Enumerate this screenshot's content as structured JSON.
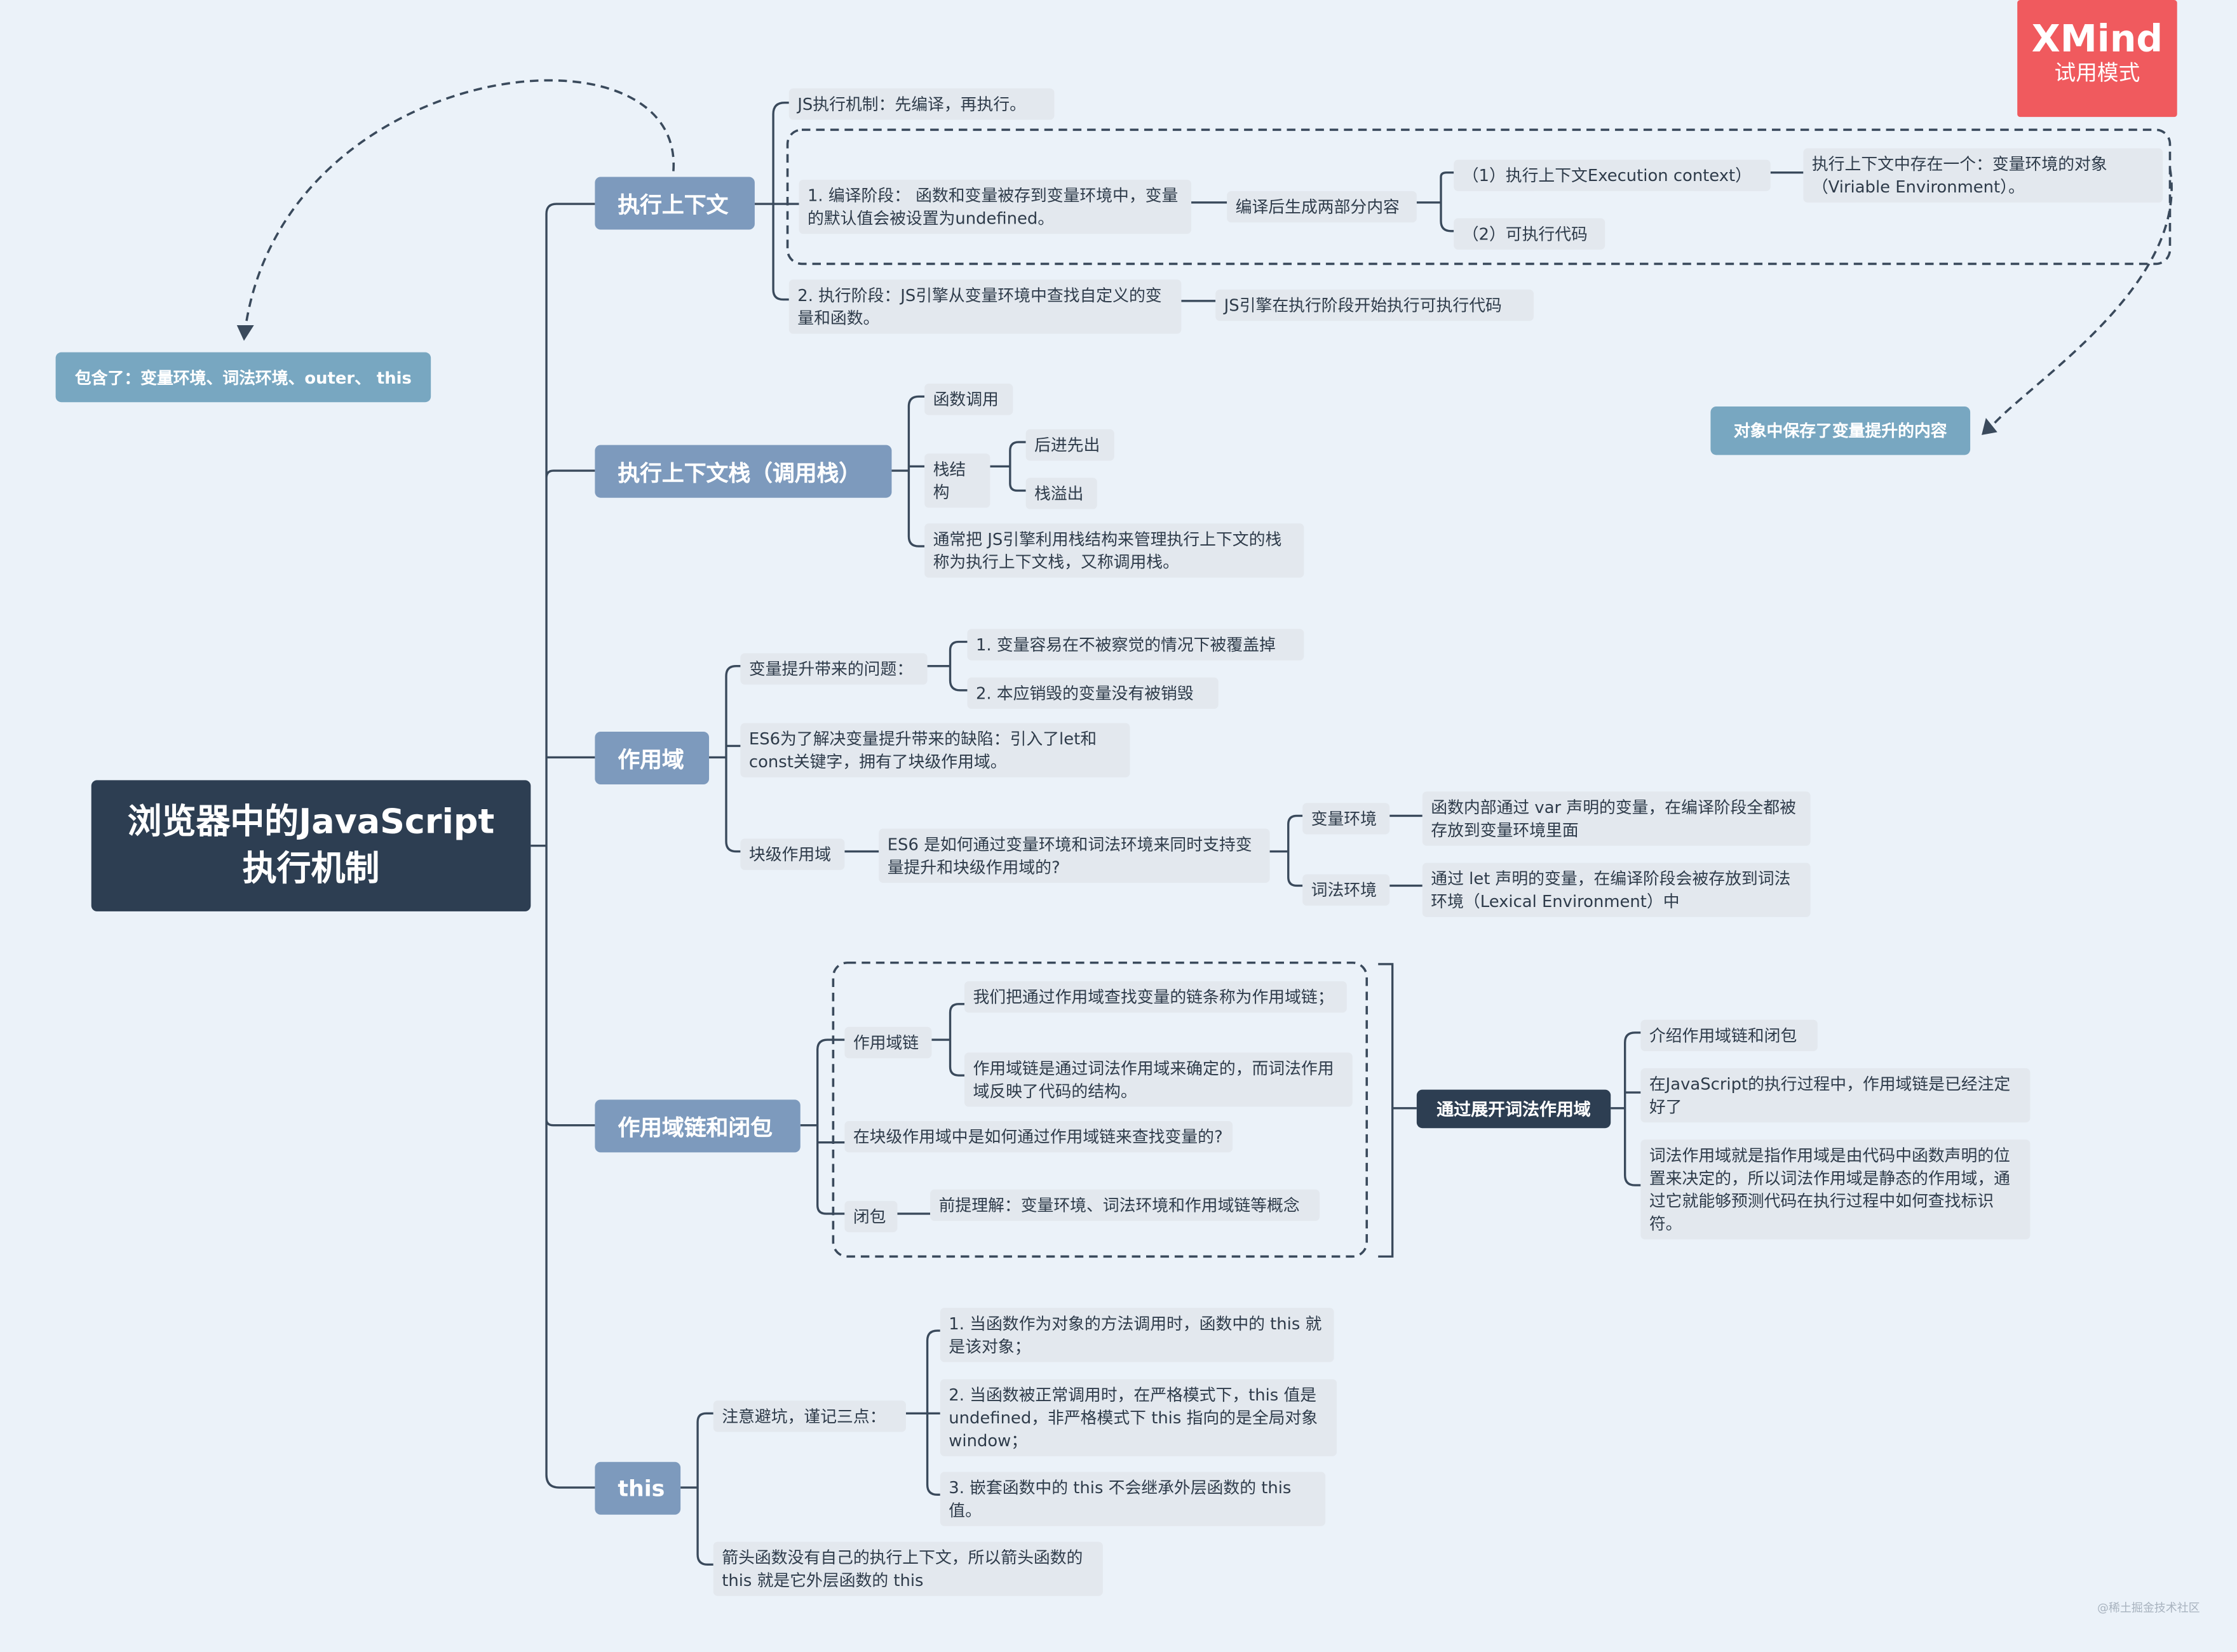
{
  "branding": {
    "title": "XMind",
    "subtitle": "试用模式",
    "watermark": "@稀土掘金技术社区"
  },
  "colors": {
    "background": "#EBF2F9",
    "root": "#2D3E52",
    "main_topic": "#7D9ABD",
    "subtopic": "#E3E8EE",
    "floating": "#78A7C1",
    "badge": "#F05A5E",
    "line": "#3A4A5C"
  },
  "root": "浏览器中的JavaScript\n执行机制",
  "floating": {
    "contains": "包含了：变量环境、词法环境、outer、 this",
    "object_note": "对象中保存了变量提升的内容",
    "lexical_scope": "通过展开词法作用域"
  },
  "branch1": {
    "title": "执行上下文",
    "mechanism": "JS执行机制：先编译，再执行。",
    "compile": "1. 编译阶段： 函数和变量被存到变量环境中，变量的默认值会被设置为undefined。",
    "compile_out": "编译后生成两部分内容",
    "ctx": "（1）执行上下文Execution context）",
    "ctx_detail": "执行上下文中存在一个：变量环境的对象（Viriable Environment）。",
    "code": "（2）可执行代码",
    "exec": "2. 执行阶段：JS引擎从变量环境中查找自定义的变量和函数。",
    "exec_out": "JS引擎在执行阶段开始执行可执行代码"
  },
  "branch2": {
    "title": "执行上下文栈（调用栈）",
    "call": "函数调用",
    "stack": "栈结构",
    "lifo": "后进先出",
    "overflow": "栈溢出",
    "desc": "通常把 JS引擎利用栈结构来管理执行上下文的栈 称为执行上下文栈，又称调用栈。"
  },
  "branch3": {
    "title": "作用域",
    "problem": "变量提升带来的问题：",
    "p1": "1. 变量容易在不被察觉的情况下被覆盖掉",
    "p2": "2. 本应销毁的变量没有被销毁",
    "es6": "ES6为了解决变量提升带来的缺陷：引入了let和const关键字，拥有了块级作用域。",
    "block": "块级作用域",
    "how": "ES6 是如何通过变量环境和词法环境来同时支持变量提升和块级作用域的?",
    "varenv": "变量环境",
    "varenv_desc": "函数内部通过 var 声明的变量，在编译阶段全都被存放到变量环境里面",
    "lexenv": "词法环境",
    "lexenv_desc": "通过 let 声明的变量，在编译阶段会被存放到词法环境（Lexical Environment）中"
  },
  "branch4": {
    "title": "作用域链和闭包",
    "chain": "作用域链",
    "chain1": "我们把通过作用域查找变量的链条称为作用域链；",
    "chain2": "作用域链是通过词法作用域来确定的，而词法作用域反映了代码的结构。",
    "block_lookup": "在块级作用域中是如何通过作用域链来查找变量的?",
    "closure": "闭包",
    "closure_pre": "前提理解：变量环境、词法环境和作用域链等概念",
    "lex1": "介绍作用域链和闭包",
    "lex2": "在JavaScript的执行过程中，作用域链是已经注定好了",
    "lex3": "词法作用域就是指作用域是由代码中函数声明的位置来决定的，所以词法作用域是静态的作用域，通过它就能够预测代码在执行过程中如何查找标识符。"
  },
  "branch5": {
    "title": "this",
    "three": "注意避坑，谨记三点：",
    "t1": "1. 当函数作为对象的方法调用时，函数中的 this 就是该对象；",
    "t2": "2. 当函数被正常调用时，在严格模式下，this 值是 undefined，非严格模式下 this 指向的是全局对象 window；",
    "t3": "3. 嵌套函数中的 this 不会继承外层函数的 this 值。",
    "arrow": "箭头函数没有自己的执行上下文，所以箭头函数的 this 就是它外层函数的 this"
  }
}
